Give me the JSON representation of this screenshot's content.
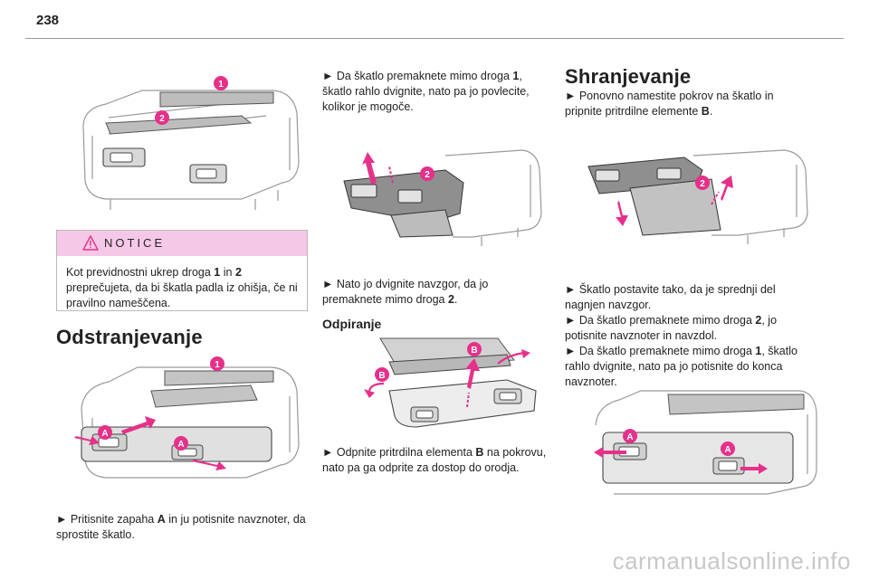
{
  "page": {
    "number": "238"
  },
  "illustrations": {
    "top_left": {
      "markers": [
        "1",
        "2"
      ]
    },
    "removal": {
      "markers": [
        "1",
        "A",
        "A"
      ]
    },
    "middle_top": {
      "markers": [
        "2"
      ]
    },
    "opening": {
      "markers": [
        "B",
        "B"
      ]
    },
    "storage_top": {
      "markers": [
        "2"
      ]
    },
    "storage_bottom": {
      "markers": [
        "A",
        "A"
      ]
    }
  },
  "notice": {
    "title": "NOTICE",
    "text_pre": "Kot previdnostni ukrep droga ",
    "ref1": "1",
    "text_mid": " in ",
    "ref2": "2",
    "text_post": " preprečujeta, da bi škatla padla iz ohišja, če ni pravilno nameščena."
  },
  "removal": {
    "heading": "Odstranjevanje",
    "step1_pre": "► Pritisnite zapaha ",
    "step1_ref": "A",
    "step1_post": " in ju potisnite navznoter, da sprostite škatlo."
  },
  "middle": {
    "step2_pre": "► Da škatlo premaknete mimo droga ",
    "step2_ref": "1",
    "step2_post": ", škatlo rahlo dvignite, nato pa jo povlecite, kolikor je mogoče.",
    "step3_pre": "► Nato jo dvignite navzgor, da jo premaknete mimo droga ",
    "step3_ref": "2",
    "step3_post": ".",
    "opening_heading": "Odpiranje",
    "step4_pre": "► Odpnite pritrdilna elementa ",
    "step4_ref": "B",
    "step4_post": " na pokrovu, nato pa ga odprite za dostop do orodja."
  },
  "storage": {
    "heading": "Shranjevanje",
    "step1_pre": "► Ponovno namestite pokrov na škatlo in pripnite pritrdilne elemente ",
    "step1_ref": "B",
    "step1_post": ".",
    "step2": "► Škatlo postavite tako, da je sprednji del nagnjen navzgor.",
    "step3_pre": "► Da škatlo premaknete mimo droga ",
    "step3_ref": "2",
    "step3_post": ", jo potisnite navznoter in navzdol.",
    "step4_pre": "► Da škatlo premaknete mimo droga ",
    "step4_ref": "1",
    "step4_post": ", škatlo rahlo dvignite, nato pa jo potisnite do konca navznoter."
  },
  "footer": {
    "watermark": "carmanualsonline.info"
  },
  "colors": {
    "accent": "#e6308a",
    "notice_bg": "#f6c8e8",
    "rule": "#9a9a9a"
  }
}
